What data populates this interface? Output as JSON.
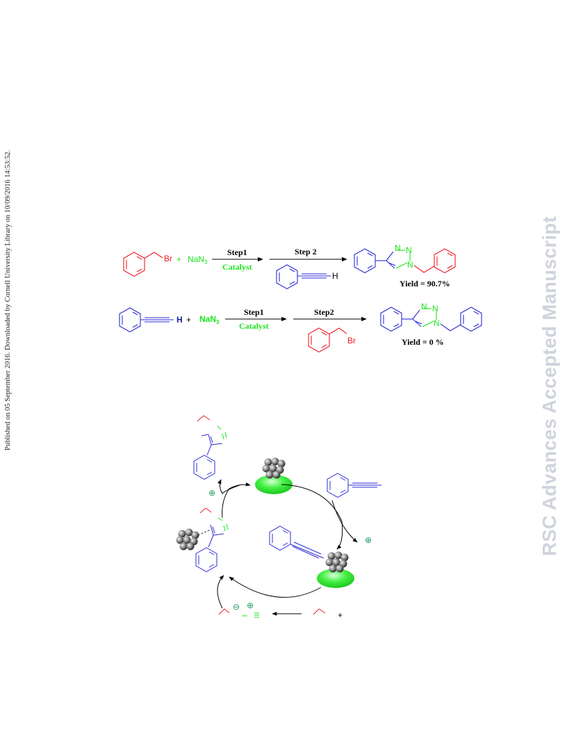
{
  "side_note": "Published on 05 September 2016. Downloaded by Cornell University Library on 10/09/2016 14:53:52.",
  "watermark": "RSC Advances Accepted Manuscript",
  "scheme1": {
    "reagent1": "Br",
    "plus": "+",
    "reagent2": "NaN",
    "reagent2_sub": "3",
    "step1": "Step1",
    "catalyst": "Catalyst",
    "step2": "Step 2",
    "alkyne_h": "H",
    "n1": "N",
    "n2": "N",
    "n3": "N",
    "yield": "Yield = 90.7%"
  },
  "scheme2": {
    "alkyne_h": "H",
    "plus": "+",
    "reagent2": "NaN",
    "reagent2_sub": "3",
    "step1": "Step1",
    "catalyst": "Catalyst",
    "step2": "Step2",
    "reagent3": "Br",
    "n1": "N",
    "n2": "N",
    "n3": "N",
    "yield": "Yield = 0 %"
  },
  "cycle": {
    "charge_plus_1": "⊕",
    "charge_plus_2": "⊕",
    "charge_minus": "⊖",
    "charge_plus_3": "⊕",
    "bottom_plus": "+"
  },
  "colors": {
    "red": "#ee1c25",
    "green": "#19e619",
    "blue": "#2b2bd4",
    "dark_blue": "#1a1aa8",
    "teal": "#1a9a5a",
    "black": "#000000",
    "watermark": "#cfd3dd"
  }
}
